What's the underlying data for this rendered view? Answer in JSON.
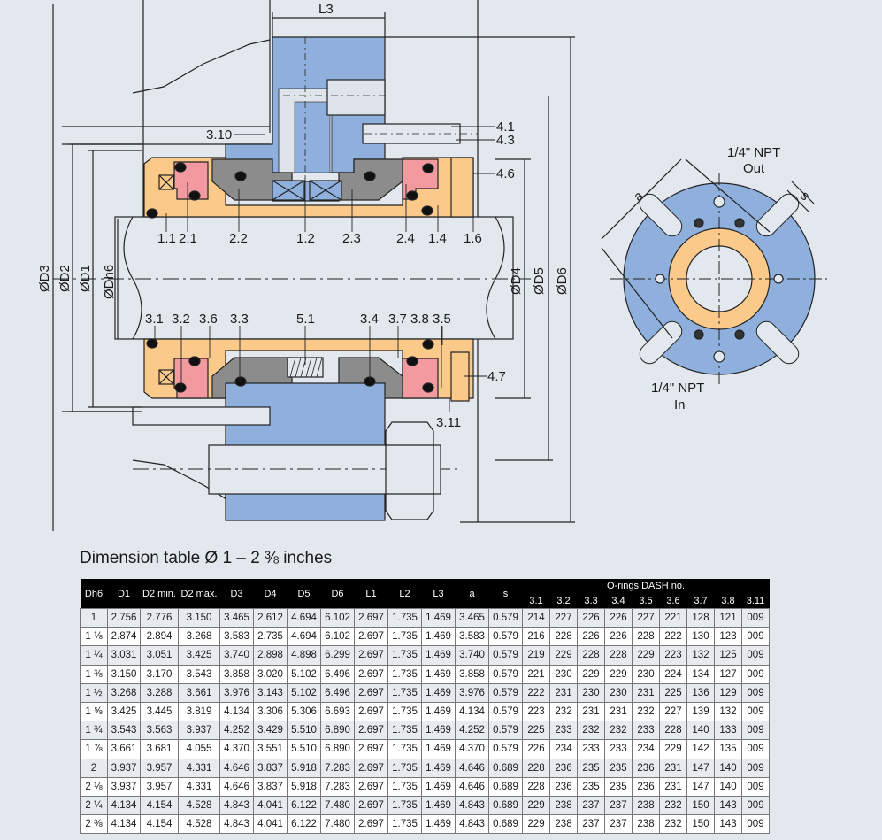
{
  "drawing": {
    "dimension_labels": {
      "L3": "L3",
      "D3": "ØD3",
      "D2": "ØD2",
      "D1": "ØD1",
      "Dh6": "ØDh6",
      "D4": "ØD4",
      "D5": "ØD5",
      "D6": "ØD6",
      "a": "a",
      "s": "s"
    },
    "part_labels_top": [
      "1.1",
      "2.1",
      "2.2",
      "1.2",
      "2.3",
      "2.4",
      "1.4",
      "1.6"
    ],
    "part_labels_bottom": [
      "3.1",
      "3.2",
      "3.6",
      "3.3",
      "5.1",
      "3.4",
      "3.7",
      "3.8",
      "3.5"
    ],
    "part_labels_side": [
      "3.10",
      "4.1",
      "4.3",
      "4.6",
      "4.7",
      "3.11"
    ],
    "port_out": {
      "line1": "1/4\" NPT",
      "line2": "Out"
    },
    "port_in": {
      "line1": "1/4\" NPT",
      "line2": "In"
    },
    "colors": {
      "housing_blue": "#8fb0dd",
      "sleeve_orange": "#fbc98a",
      "seal_pink": "#f29aa0",
      "seat_gray": "#8c8c8c",
      "background": "#e3e8ef"
    }
  },
  "table": {
    "title": "Dimension table Ø 1 – 2 ⅜ inches",
    "group_header": "O-rings DASH no.",
    "columns": [
      "Dh6",
      "D1",
      "D2 min.",
      "D2 max.",
      "D3",
      "D4",
      "D5",
      "D6",
      "L1",
      "L2",
      "L3",
      "a",
      "s"
    ],
    "oring_columns": [
      "3.1",
      "3.2",
      "3.3",
      "3.4",
      "3.5",
      "3.6",
      "3.7",
      "3.8",
      "3.11"
    ],
    "rows": [
      [
        "1",
        "2.756",
        "2.776",
        "3.150",
        "3.465",
        "2.612",
        "4.694",
        "6.102",
        "2.697",
        "1.735",
        "1.469",
        "3.465",
        "0.579",
        "214",
        "227",
        "226",
        "226",
        "227",
        "221",
        "128",
        "121",
        "009"
      ],
      [
        "1 ⅛",
        "2.874",
        "2.894",
        "3.268",
        "3.583",
        "2.735",
        "4.694",
        "6.102",
        "2.697",
        "1.735",
        "1.469",
        "3.583",
        "0.579",
        "216",
        "228",
        "226",
        "226",
        "228",
        "222",
        "130",
        "123",
        "009"
      ],
      [
        "1 ¼",
        "3.031",
        "3.051",
        "3.425",
        "3.740",
        "2.898",
        "4.898",
        "6.299",
        "2.697",
        "1.735",
        "1.469",
        "3.740",
        "0.579",
        "219",
        "229",
        "228",
        "228",
        "229",
        "223",
        "132",
        "125",
        "009"
      ],
      [
        "1 ⅜",
        "3.150",
        "3.170",
        "3.543",
        "3.858",
        "3.020",
        "5.102",
        "6.496",
        "2.697",
        "1.735",
        "1.469",
        "3.858",
        "0.579",
        "221",
        "230",
        "229",
        "229",
        "230",
        "224",
        "134",
        "127",
        "009"
      ],
      [
        "1 ½",
        "3.268",
        "3.288",
        "3.661",
        "3.976",
        "3.143",
        "5.102",
        "6.496",
        "2.697",
        "1.735",
        "1.469",
        "3.976",
        "0.579",
        "222",
        "231",
        "230",
        "230",
        "231",
        "225",
        "136",
        "129",
        "009"
      ],
      [
        "1 ⅝",
        "3.425",
        "3.445",
        "3.819",
        "4.134",
        "3.306",
        "5.306",
        "6.693",
        "2.697",
        "1.735",
        "1.469",
        "4.134",
        "0.579",
        "223",
        "232",
        "231",
        "231",
        "232",
        "227",
        "139",
        "132",
        "009"
      ],
      [
        "1 ¾",
        "3.543",
        "3.563",
        "3.937",
        "4.252",
        "3.429",
        "5.510",
        "6.890",
        "2.697",
        "1.735",
        "1.469",
        "4.252",
        "0.579",
        "225",
        "233",
        "232",
        "232",
        "233",
        "228",
        "140",
        "133",
        "009"
      ],
      [
        "1 ⅞",
        "3.661",
        "3.681",
        "4.055",
        "4.370",
        "3.551",
        "5.510",
        "6.890",
        "2.697",
        "1.735",
        "1.469",
        "4.370",
        "0.579",
        "226",
        "234",
        "233",
        "233",
        "234",
        "229",
        "142",
        "135",
        "009"
      ],
      [
        "2",
        "3.937",
        "3.957",
        "4.331",
        "4.646",
        "3.837",
        "5.918",
        "7.283",
        "2.697",
        "1.735",
        "1.469",
        "4.646",
        "0.689",
        "228",
        "236",
        "235",
        "235",
        "236",
        "231",
        "147",
        "140",
        "009"
      ],
      [
        "2 ⅛",
        "3.937",
        "3.957",
        "4.331",
        "4.646",
        "3.837",
        "5.918",
        "7.283",
        "2.697",
        "1.735",
        "1.469",
        "4.646",
        "0.689",
        "228",
        "236",
        "235",
        "235",
        "236",
        "231",
        "147",
        "140",
        "009"
      ],
      [
        "2 ¼",
        "4.134",
        "4.154",
        "4.528",
        "4.843",
        "4.041",
        "6.122",
        "7.480",
        "2.697",
        "1.735",
        "1.469",
        "4.843",
        "0.689",
        "229",
        "238",
        "237",
        "237",
        "238",
        "232",
        "150",
        "143",
        "009"
      ],
      [
        "2 ⅜",
        "4.134",
        "4.154",
        "4.528",
        "4.843",
        "4.041",
        "6.122",
        "7.480",
        "2.697",
        "1.735",
        "1.469",
        "4.843",
        "0.689",
        "229",
        "238",
        "237",
        "237",
        "238",
        "232",
        "150",
        "143",
        "009"
      ]
    ]
  }
}
